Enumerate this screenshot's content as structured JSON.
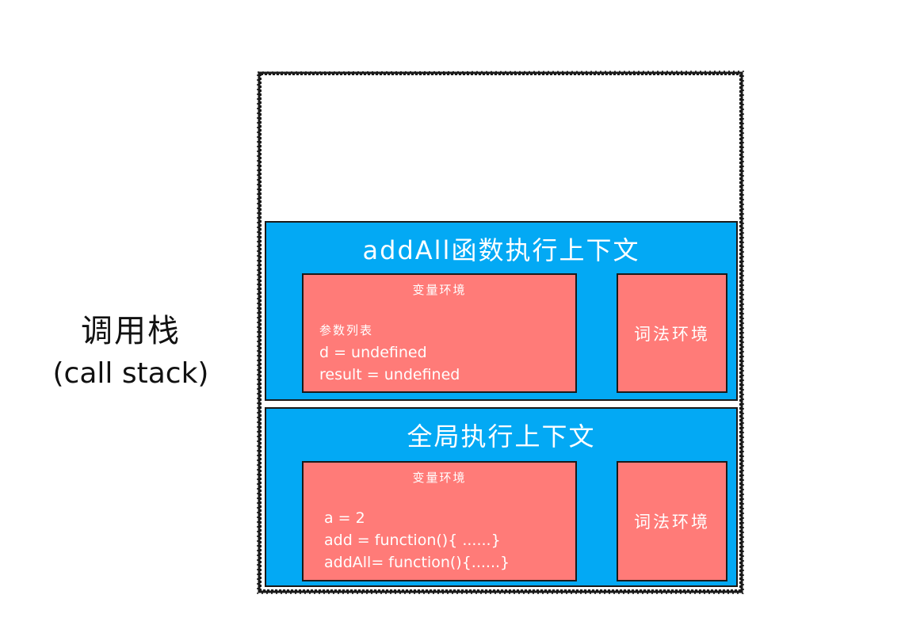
{
  "stack_label": {
    "zh": "调用栈",
    "en": "(call stack)"
  },
  "frames": [
    {
      "title": "addAll函数执行上下文",
      "variable_env": {
        "title": "变量环境",
        "lines": [
          "参数列表",
          "d = undefined",
          "result = undefined"
        ]
      },
      "lexical_env": "词法环境"
    },
    {
      "title": "全局执行上下文",
      "variable_env": {
        "title": "变量环境",
        "lines": [
          "a = 2",
          "add = function(){ ......}",
          "addAll= function(){......}"
        ]
      },
      "lexical_env": "词法环境"
    }
  ],
  "colors": {
    "frame": "#03a9f4",
    "env_box": "#ff7b78",
    "border": "#1a1a1a",
    "text_light": "#ffffff"
  }
}
